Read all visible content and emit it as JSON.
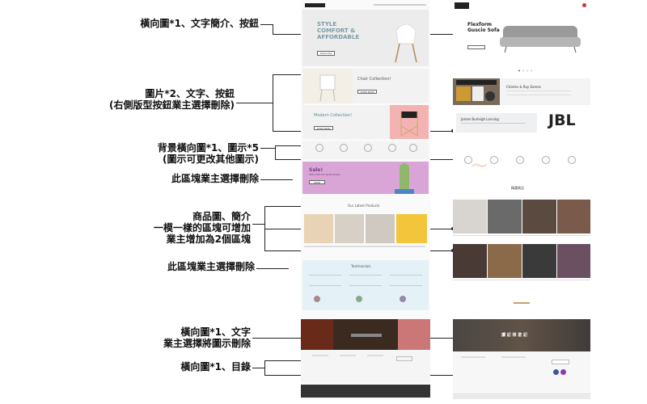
{
  "annotations": {
    "a1": "橫向圖*1、文字簡介、按鈕",
    "a2l1": "圖片*2、文字、按鈕",
    "a2l2": "(右側版型按鈕業主選擇刪除)",
    "a3l1": "背景橫向圖*1、圖示*5",
    "a3l2": "(圖示可更改其他圖示)",
    "a4": "此區塊業主選擇刪除",
    "a5l1": "商品圖、簡介",
    "a5l2": "一模一樣的區塊可增加",
    "a5l3": "業主增加為2個區塊",
    "a6": "此區塊業主選擇刪除",
    "a7l1": "橫向圖*1、文字",
    "a7l2": "業主選擇將圖示刪除",
    "a8": "橫向圖*1、目錄"
  },
  "left": {
    "hero_l1": "STYLE",
    "hero_l2": "COMFORT &",
    "hero_l3": "AFFORDABLE",
    "hero_btn": "Subscribe",
    "chair_title": "Chair Collection!",
    "chair_btn": "SHOP NOW",
    "modern_title": "Modern Collection!",
    "modern_btn": "SHOP NOW",
    "sale_title": "Sale!",
    "sale_sub": "30%-70% On All Products",
    "sale_btn": "SHOP",
    "latest": "Our Latest Products",
    "testimonials": "Testimonials"
  },
  "right": {
    "hero_title_l1": "Flexform",
    "hero_title_l2": "Guscio Sofa",
    "eames": "Charles & Ray Eames",
    "james": "James Burleigh Lansing",
    "jbl": "JBL",
    "products": "精選商品",
    "banner": "讀 記 得 塗 記"
  },
  "colors": {
    "sale_bg": "#d9a5d6",
    "testi_bg": "#e4f2f7",
    "footer_dark": "#333333",
    "sofa": "#9a9a9a",
    "yellow": "#f2c53a",
    "pink": "#f4b3b3"
  }
}
